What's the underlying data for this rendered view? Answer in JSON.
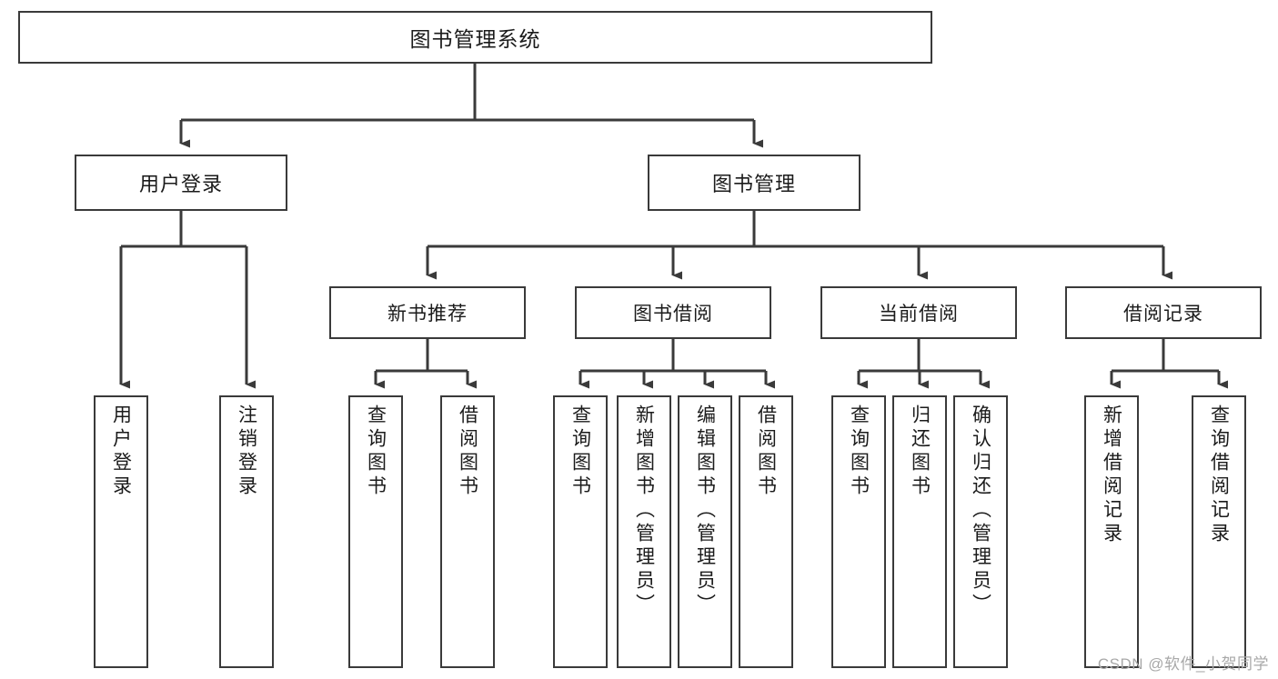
{
  "diagram": {
    "title": "图书管理系统",
    "type": "tree-hierarchy",
    "stroke_color": "#3a3a3a",
    "fill_color": "#ffffff",
    "text_color": "#1b1b1b"
  },
  "root": {
    "label": "图书管理系统"
  },
  "level2": [
    {
      "label": "用户登录"
    },
    {
      "label": "图书管理"
    }
  ],
  "level3": [
    {
      "label": "新书推荐"
    },
    {
      "label": "图书借阅"
    },
    {
      "label": "当前借阅"
    },
    {
      "label": "借阅记录"
    }
  ],
  "leaves": {
    "user_login": [
      {
        "label": "用户登录"
      },
      {
        "label": "注销登录"
      }
    ],
    "new_book_recommend": [
      {
        "label": "查询图书"
      },
      {
        "label": "借阅图书"
      }
    ],
    "book_borrow": [
      {
        "label": "查询图书"
      },
      {
        "label": "新增图书（管理员）"
      },
      {
        "label": "编辑图书（管理员）"
      },
      {
        "label": "借阅图书"
      }
    ],
    "current_borrow": [
      {
        "label": "查询图书"
      },
      {
        "label": "归还图书"
      },
      {
        "label": "确认归还（管理员）"
      }
    ],
    "borrow_records": [
      {
        "label": "新增借阅记录"
      },
      {
        "label": "查询借阅记录"
      }
    ]
  },
  "watermark": {
    "text": "CSDN @软件_小贺同学"
  }
}
